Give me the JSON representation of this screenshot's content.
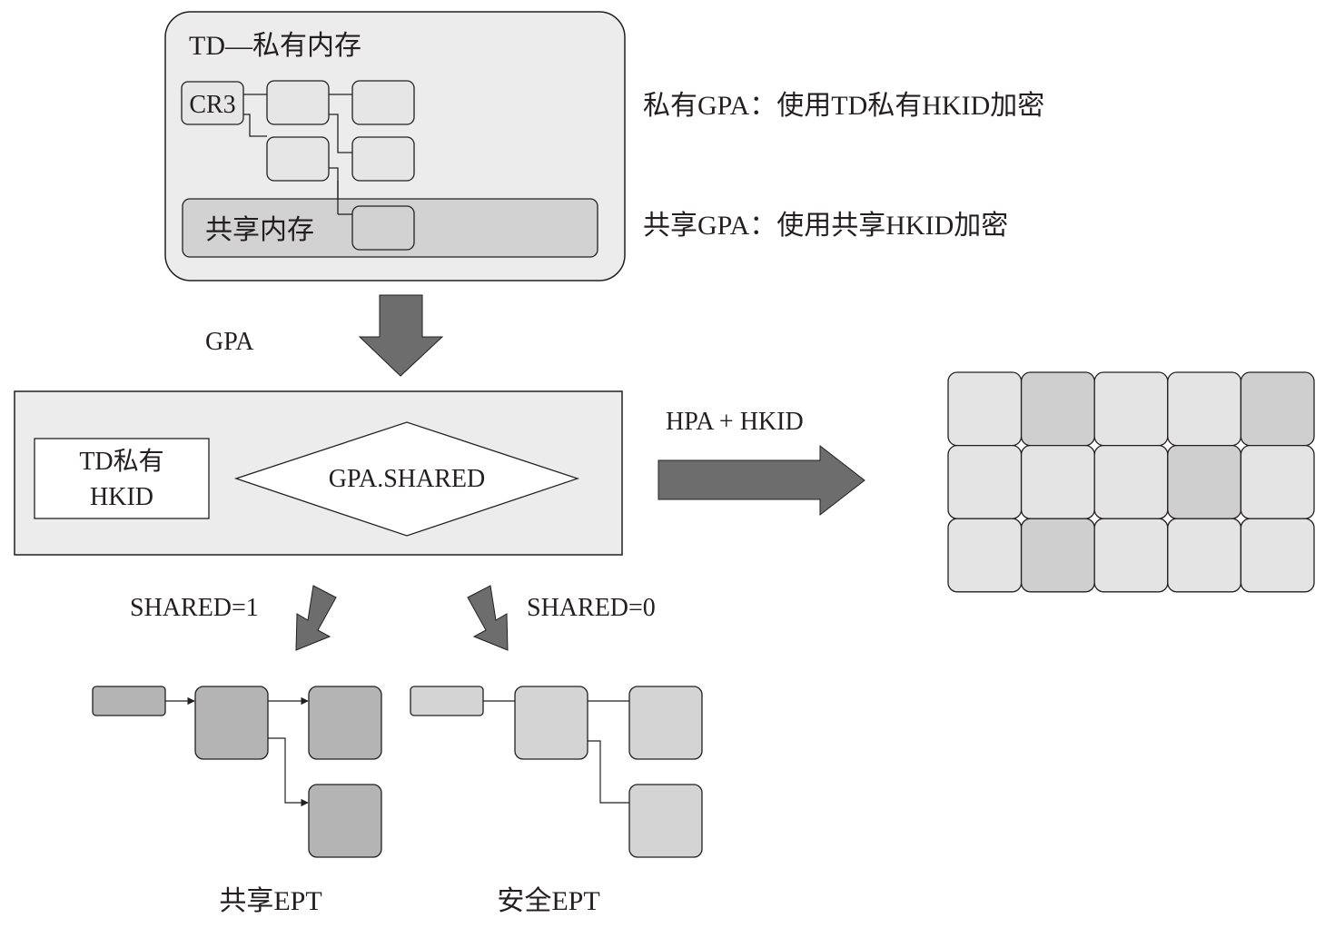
{
  "td_private_memory": {
    "title": "TD—私有内存",
    "cr3_label": "CR3",
    "shared_memory_label": "共享内存"
  },
  "annotations": {
    "private_gpa": "私有GPA：使用TD私有HKID加密",
    "shared_gpa": "共享GPA：使用共享HKID加密"
  },
  "gpa_arrow_label": "GPA",
  "translation_box": {
    "hkid_box_line1": "TD私有",
    "hkid_box_line2": "HKID",
    "decision_label": "GPA.SHARED"
  },
  "output_arrow_label": "HPA + HKID",
  "branches": {
    "shared_label": "SHARED=1",
    "private_label": "SHARED=0"
  },
  "ept": {
    "shared_caption": "共享EPT",
    "secure_caption": "安全EPT"
  },
  "physical_memory_grid": {
    "rows": 3,
    "cols": 5,
    "cell_shades": [
      [
        "light",
        "medium",
        "light",
        "light",
        "medium"
      ],
      [
        "light",
        "light",
        "light",
        "medium",
        "light"
      ],
      [
        "light",
        "medium",
        "light",
        "light",
        "light"
      ]
    ]
  },
  "colors": {
    "outline": "#231f20",
    "panel_fill": "#ececec",
    "inner_fill": "#e6e6e6",
    "shared_fill": "#d2d2d2",
    "arrow_fill": "#6d6d6d",
    "shared_ept_fill": "#b4b4b4",
    "secure_ept_fill": "#d4d4d4",
    "grid_light": "#e4e4e4",
    "grid_medium": "#cfcfcf"
  }
}
